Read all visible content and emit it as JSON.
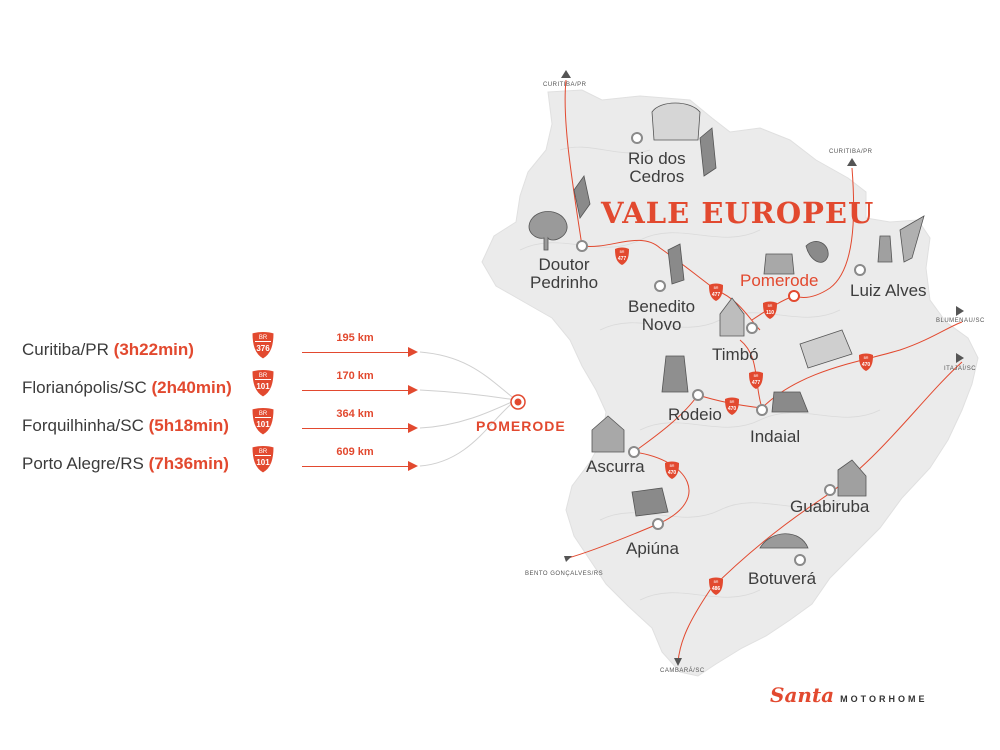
{
  "routes": [
    {
      "city": "Curitiba/PR",
      "time": "(3h22min)",
      "highway": "376",
      "distance": "195 km"
    },
    {
      "city": "Florianópolis/SC",
      "time": "(2h40min)",
      "highway": "101",
      "distance": "170 km"
    },
    {
      "city": "Forquilhinha/SC",
      "time": "(5h18min)",
      "highway": "101",
      "distance": "364 km"
    },
    {
      "city": "Porto Alegre/RS",
      "time": "(7h36min)",
      "highway": "101",
      "distance": "609 km"
    }
  ],
  "shield_prefix": "BR",
  "destination": "POMERODE",
  "map_title": "VALE EUROPEU",
  "cities": {
    "rio_dos_cedros": [
      "Rio dos",
      "Cedros"
    ],
    "doutor_pedrinho": [
      "Doutor",
      "Pedrinho"
    ],
    "benedito_novo": [
      "Benedito",
      "Novo"
    ],
    "pomerode": [
      "Pomerode"
    ],
    "luiz_alves": [
      "Luiz Alves"
    ],
    "timbo": [
      "Timbó"
    ],
    "rodeio": [
      "Rodeio"
    ],
    "indaial": [
      "Indaial"
    ],
    "ascurra": [
      "Ascurra"
    ],
    "guabiruba": [
      "Guabiruba"
    ],
    "apiuna": [
      "Apiúna"
    ],
    "botuvera": [
      "Botuverá"
    ]
  },
  "map_shields": [
    "477",
    "477",
    "110",
    "477",
    "470",
    "470",
    "470",
    "486"
  ],
  "directions": {
    "curitiba_1": "CURITIBA/PR",
    "curitiba_2": "CURITIBA/PR",
    "blumenau": "BLUMENAU/SC",
    "itajai": "ITAJAÍ/SC",
    "bento": "BENTO GONÇALVES/RS",
    "cambara": "CAMBARÁ/SC"
  },
  "brand": {
    "script": "Santa",
    "word": "MOTORHOME"
  },
  "colors": {
    "accent": "#e2492f",
    "land": "#ececec",
    "text": "#3b3b3b"
  }
}
